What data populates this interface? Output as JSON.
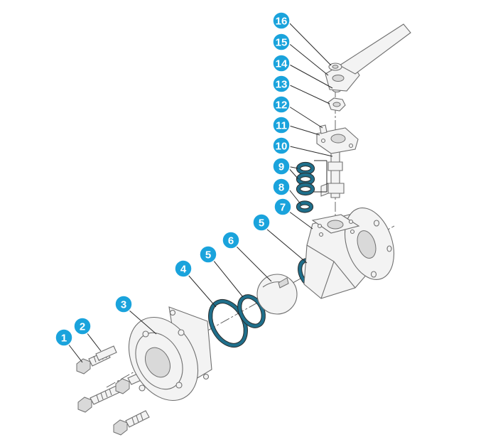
{
  "callouts": [
    {
      "id": "callout-1",
      "label": "1"
    },
    {
      "id": "callout-2",
      "label": "2"
    },
    {
      "id": "callout-3",
      "label": "3"
    },
    {
      "id": "callout-4",
      "label": "4"
    },
    {
      "id": "callout-5a",
      "label": "5"
    },
    {
      "id": "callout-6",
      "label": "6"
    },
    {
      "id": "callout-5b",
      "label": "5"
    },
    {
      "id": "callout-7",
      "label": "7"
    },
    {
      "id": "callout-8",
      "label": "8"
    },
    {
      "id": "callout-9",
      "label": "9"
    },
    {
      "id": "callout-10",
      "label": "10"
    },
    {
      "id": "callout-11",
      "label": "11"
    },
    {
      "id": "callout-12",
      "label": "12"
    },
    {
      "id": "callout-13",
      "label": "13"
    },
    {
      "id": "callout-14",
      "label": "14"
    },
    {
      "id": "callout-15",
      "label": "15"
    },
    {
      "id": "callout-16",
      "label": "16"
    }
  ],
  "colors": {
    "badge": "#1aa3dc",
    "seal": "#1f6f8b",
    "line": "#6f6f6f",
    "part_fill": "#f3f3f3"
  }
}
